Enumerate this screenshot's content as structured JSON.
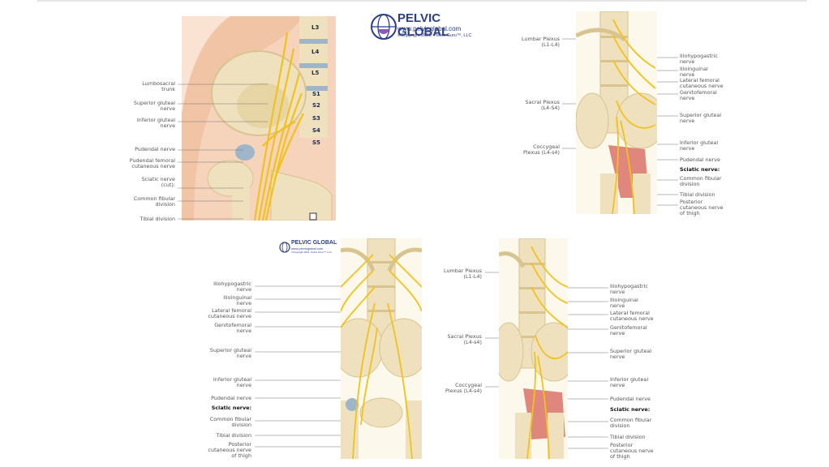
{
  "logo_main": {
    "title": "PELVIC GLOBAL",
    "url": "www.pelvicglobal.com",
    "copyright": "©Copyright 2021. Pelvic Guru™, LLC"
  },
  "logo_small": {
    "title": "PELVIC GLOBAL",
    "url": "www.pelvicglobal.com",
    "copyright": "©Copyright 2021. Pelvic Guru™, LLC"
  },
  "panel1": {
    "vertebrae": [
      "L3",
      "L4",
      "L5",
      "S1",
      "S2",
      "S3",
      "S4",
      "S5"
    ],
    "labels": {
      "lumbosacral": "Lumbosacral\ntrunk",
      "superior_gluteal": "Superior gluteal\nnerve",
      "inferior_gluteal": "Inferior gluteal\nnerve",
      "pudendal": "Pudendal nerve",
      "pudendal_femoral": "Pudendal femoral\ncutaneous nerve",
      "sciatic_cut": "Sciatic nerve\n(cut):",
      "common_fibular": "Common fibular\ndivision",
      "tibial": "Tibial division"
    }
  },
  "panel2": {
    "left": {
      "lumbar": "Lumbar Plexus\n(L1-L4)",
      "sacral": "Sacral Plexus\n(L4-S4)",
      "coccygeal": "Coccygeal\nPlexus (L4-s4)"
    },
    "right": {
      "iliohypogastric": "Iliohypogastric\nnerve",
      "ilioinguinal": "Ilioinguinal\nnerve",
      "lateral_femoral": "Lateral femoral\ncutaneous nerve",
      "genitofemoral": "Genitofemoral\nnerve",
      "superior_gluteal": "Superior gluteal\nnerve",
      "inferior_gluteal": "Inferior gluteal\nnerve",
      "pudendal": "Pudendal nerve",
      "sciatic": "Sciatic nerve:",
      "common_fibular": "Common fibular\ndivision",
      "tibial": "Tibial division",
      "posterior_cutaneous": "Posterior\ncutaneous nerve\nof thigh"
    }
  },
  "panel3": {
    "iliohypogastric": "Iliohypogastric\nnerve",
    "ilioinguinal": "Ilioinguinal\nnerve",
    "lateral_femoral": "Lateral femoral\ncutaneous nerve",
    "genitofemoral": "Genitofemoral\nnerve",
    "superior_gluteal": "Superior gluteal\nnerve",
    "inferior_gluteal": "Inferior gluteal\nnerve",
    "pudendal": "Pudendal nerve",
    "sciatic": "Sciatic nerve:",
    "common_fibular": "Common fibular\ndivision",
    "tibial": "Tibial division",
    "posterior_cutaneous": "Posterior\ncutaneous nerve\nof thigh"
  },
  "panel4": {
    "left": {
      "lumbar": "Lumbar Plexus\n(L1-L4)",
      "sacral": "Sacral Plexus\n(L4-s4)",
      "coccygeal": "Coccygeal\nPlexus (L4-s4)"
    },
    "right": {
      "iliohypogastric": "Iliohypogastric\nnerve",
      "ilioinguinal": "Ilioinguinal\nnerve",
      "lateral_femoral": "Lateral femoral\ncutaneous nerve",
      "genitofemoral": "Genitofemoral\nnerve",
      "superior_gluteal": "Superior gluteal\nnerve",
      "inferior_gluteal": "Inferior gluteal\nnerve",
      "pudendal": "Pudendal nerve",
      "sciatic": "Sciatic nerve:",
      "common_fibular": "Common fibular\ndivision",
      "tibial": "Tibial division",
      "posterior_cutaneous": "Posterior\ncutaneous nerve\nof thigh"
    }
  },
  "colors": {
    "bone": "#efe1bd",
    "bone_shade": "#d8c48f",
    "nerve": "#f2c21b",
    "disc": "#9fb6c9",
    "skin": "#f2c4a6",
    "muscle": "#d9726a",
    "brand": "#2c3e86"
  }
}
